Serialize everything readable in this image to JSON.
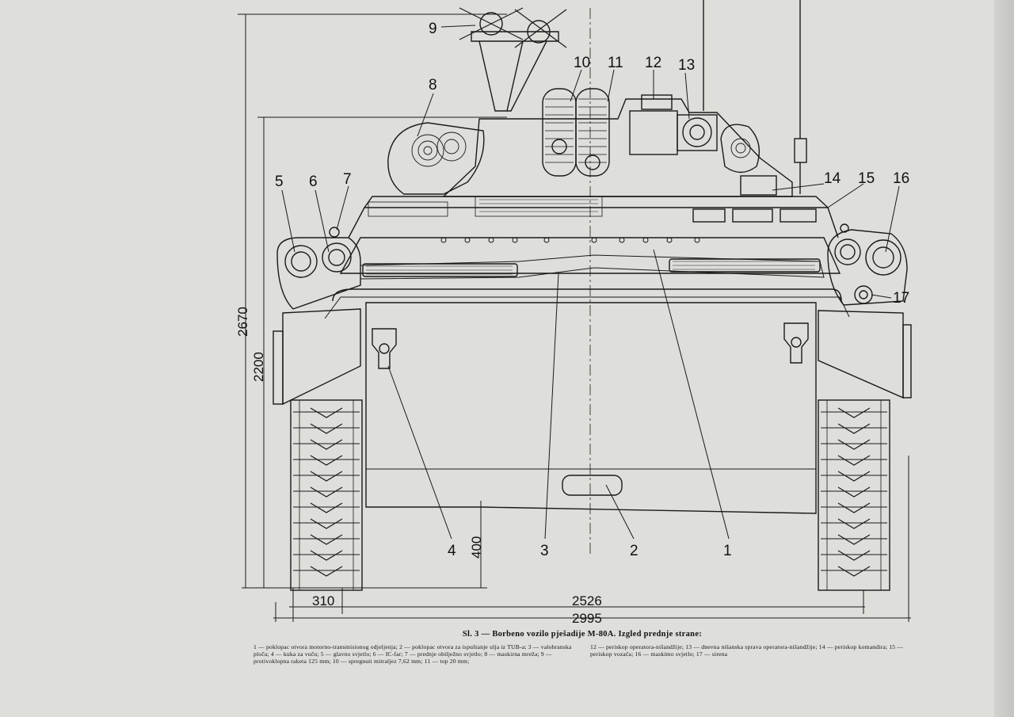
{
  "figure": {
    "caption_title": "Sl. 3 — Borbeno vozilo pješadije M-80A. Izgled prednje strane:",
    "legend_left": "1 — poklopac otvora motorno-transmisionog odjeljenja; 2 — poklopac otvora za ispuštanje ulja iz TUB-a; 3 — valobranska ploča; 4 — kuka za vuču; 5 — glavno svjetlo; 6 — IC-far; 7 — prednje obilježno svjetlo; 8 — maskirna mreža; 9 — protivoklopna raketa 125 mm; 10 — spregnuti mitraljez 7,62 mm; 11 — top 20 mm;",
    "legend_right": "12 — periskop operatora-nišandžije; 13 — dnevna nišanska sprava operatora-nišandžije; 14 — periskop komandira; 15 — periskop vozača; 16 — maskimo svjetlo; 17 — sirena"
  },
  "callouts": [
    "1",
    "2",
    "3",
    "4",
    "5",
    "6",
    "7",
    "8",
    "9",
    "10",
    "11",
    "12",
    "13",
    "14",
    "15",
    "16",
    "17"
  ],
  "dimensions": {
    "total_height": "2670",
    "hull_height": "2200",
    "ground_clearance": "400",
    "track_width": "310",
    "track_gauge": "2526",
    "overall_width": "2995"
  },
  "colors": {
    "paper": "#dedeDA",
    "ink": "#1a1a1a"
  }
}
